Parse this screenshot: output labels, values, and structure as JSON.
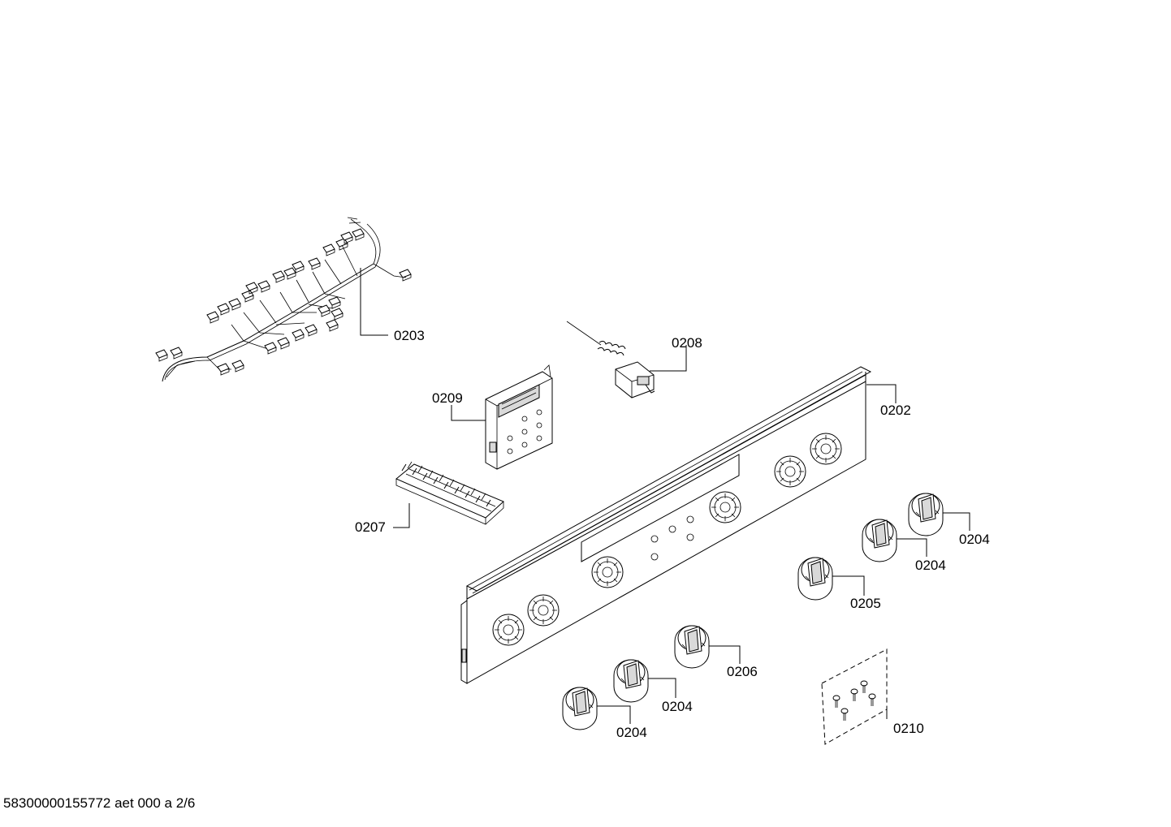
{
  "footer": {
    "doc_id": "58300000155772 aet 000 a 2/6"
  },
  "callouts": {
    "c0203": "0203",
    "c0208": "0208",
    "c0209": "0209",
    "c0202": "0202",
    "c0207": "0207",
    "c0204a": "0204",
    "c0204b": "0204",
    "c0205": "0205",
    "c0206": "0206",
    "c0204c": "0204",
    "c0204d": "0204",
    "c0210": "0210"
  }
}
